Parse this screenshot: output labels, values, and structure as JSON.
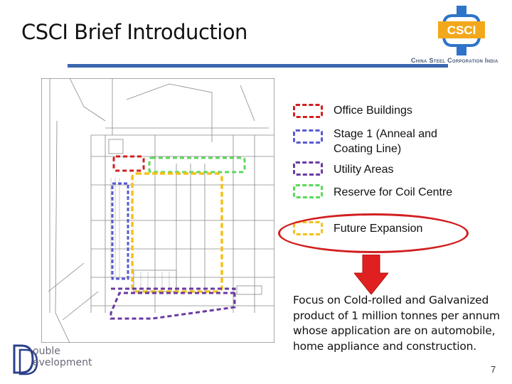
{
  "slide": {
    "title": "CSCI Brief Introduction",
    "page_number": "7",
    "accent_color": "#3a67ad"
  },
  "brand": {
    "logo_text": "CSCI",
    "company_name": "China Steel Corporation India",
    "footer_logo": {
      "line1": "ouble",
      "line2": "evelopment"
    }
  },
  "legend": [
    {
      "label": "Office Buildings",
      "color": "#d21f1f"
    },
    {
      "label": "Stage 1 (Anneal and Coating Line)",
      "color": "#5a5ad0"
    },
    {
      "label": "Utility Areas",
      "color": "#6a3aa0"
    },
    {
      "label": "Reserve for Coil Centre",
      "color": "#5cd85c"
    },
    {
      "label": "Future Expansion",
      "color": "#f2c21a"
    }
  ],
  "focus_text": "Focus on Cold-rolled and Galvanized product of 1 million tonnes per annum whose application are on automobile, home appliance and construction."
}
